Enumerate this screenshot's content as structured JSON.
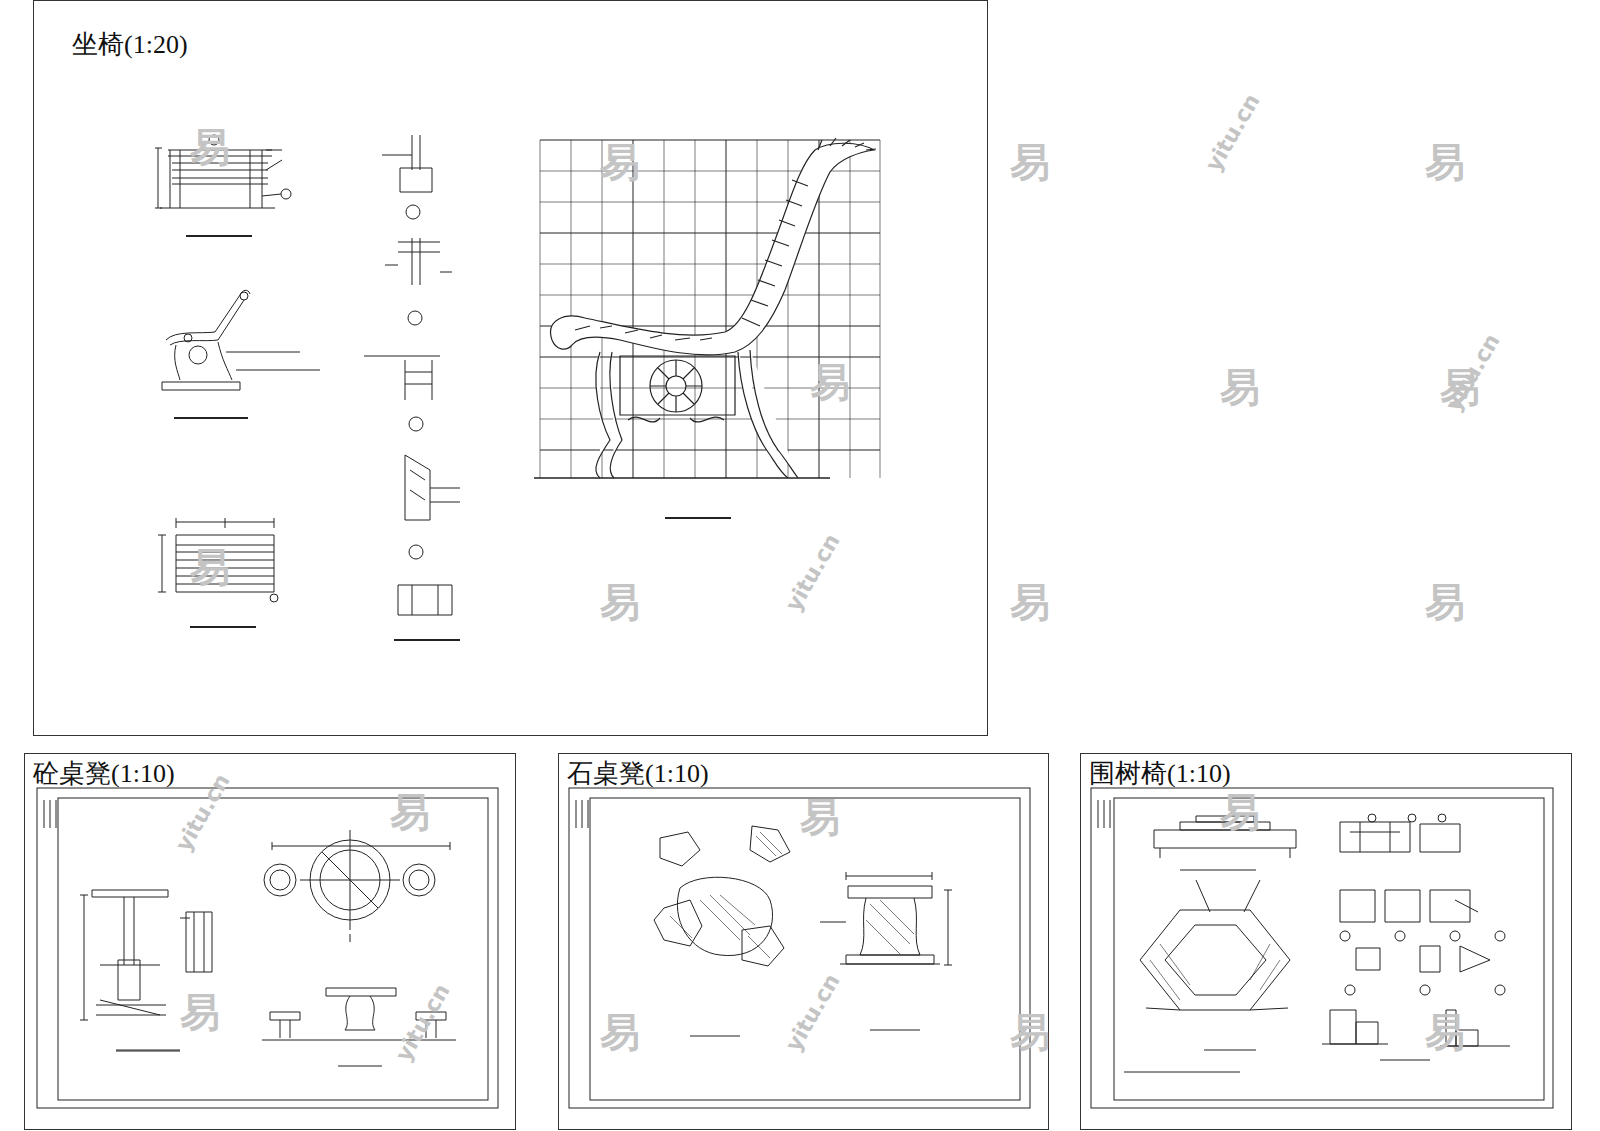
{
  "diagram": {
    "nodes": [
      {
        "text": [
          "坐椅(1:20)"
        ]
      },
      {
        "text": [
          "砼桌凳(1:10)"
        ]
      },
      {
        "text": [
          "石桌凳(1:10)"
        ]
      },
      {
        "text": [
          "围树椅(1:10)"
        ]
      }
    ],
    "edges": [],
    "labels": [
      "易",
      "易",
      "易",
      "易",
      "易",
      "易",
      "易",
      "易",
      "易",
      "易",
      "易",
      "易",
      "易",
      "易",
      "易",
      "易",
      "易",
      "易",
      "yitu.cn",
      "yitu.cn",
      "yitu.cn",
      "yitu.cn",
      "yitu.cn",
      "yitu.cn"
    ]
  }
}
